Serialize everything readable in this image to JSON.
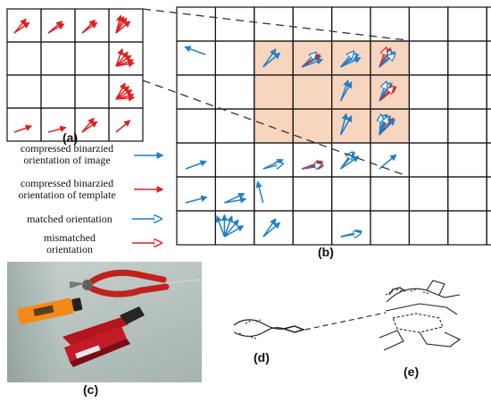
{
  "labels": {
    "a": "(a)",
    "b": "(b)",
    "c": "(c)",
    "d": "(d)",
    "e": "(e)"
  },
  "legend": {
    "image_orientation": "compressed binarzied orientation of image",
    "template_orientation": "compressed binarzied orientation of template",
    "matched": "matched orientation",
    "mismatched": "mismatched orientation"
  },
  "colors": {
    "image_arrow": "#1f7fc9",
    "template_arrow": "#e02020",
    "highlight": "#f8d5be",
    "grid": "#111111"
  },
  "grid_a": {
    "rows": 4,
    "cols": 4
  },
  "grid_b": {
    "rows": 7,
    "cols": 9,
    "highlight": {
      "row_start": 1,
      "row_end": 4,
      "col_start": 2,
      "col_end": 6
    }
  }
}
